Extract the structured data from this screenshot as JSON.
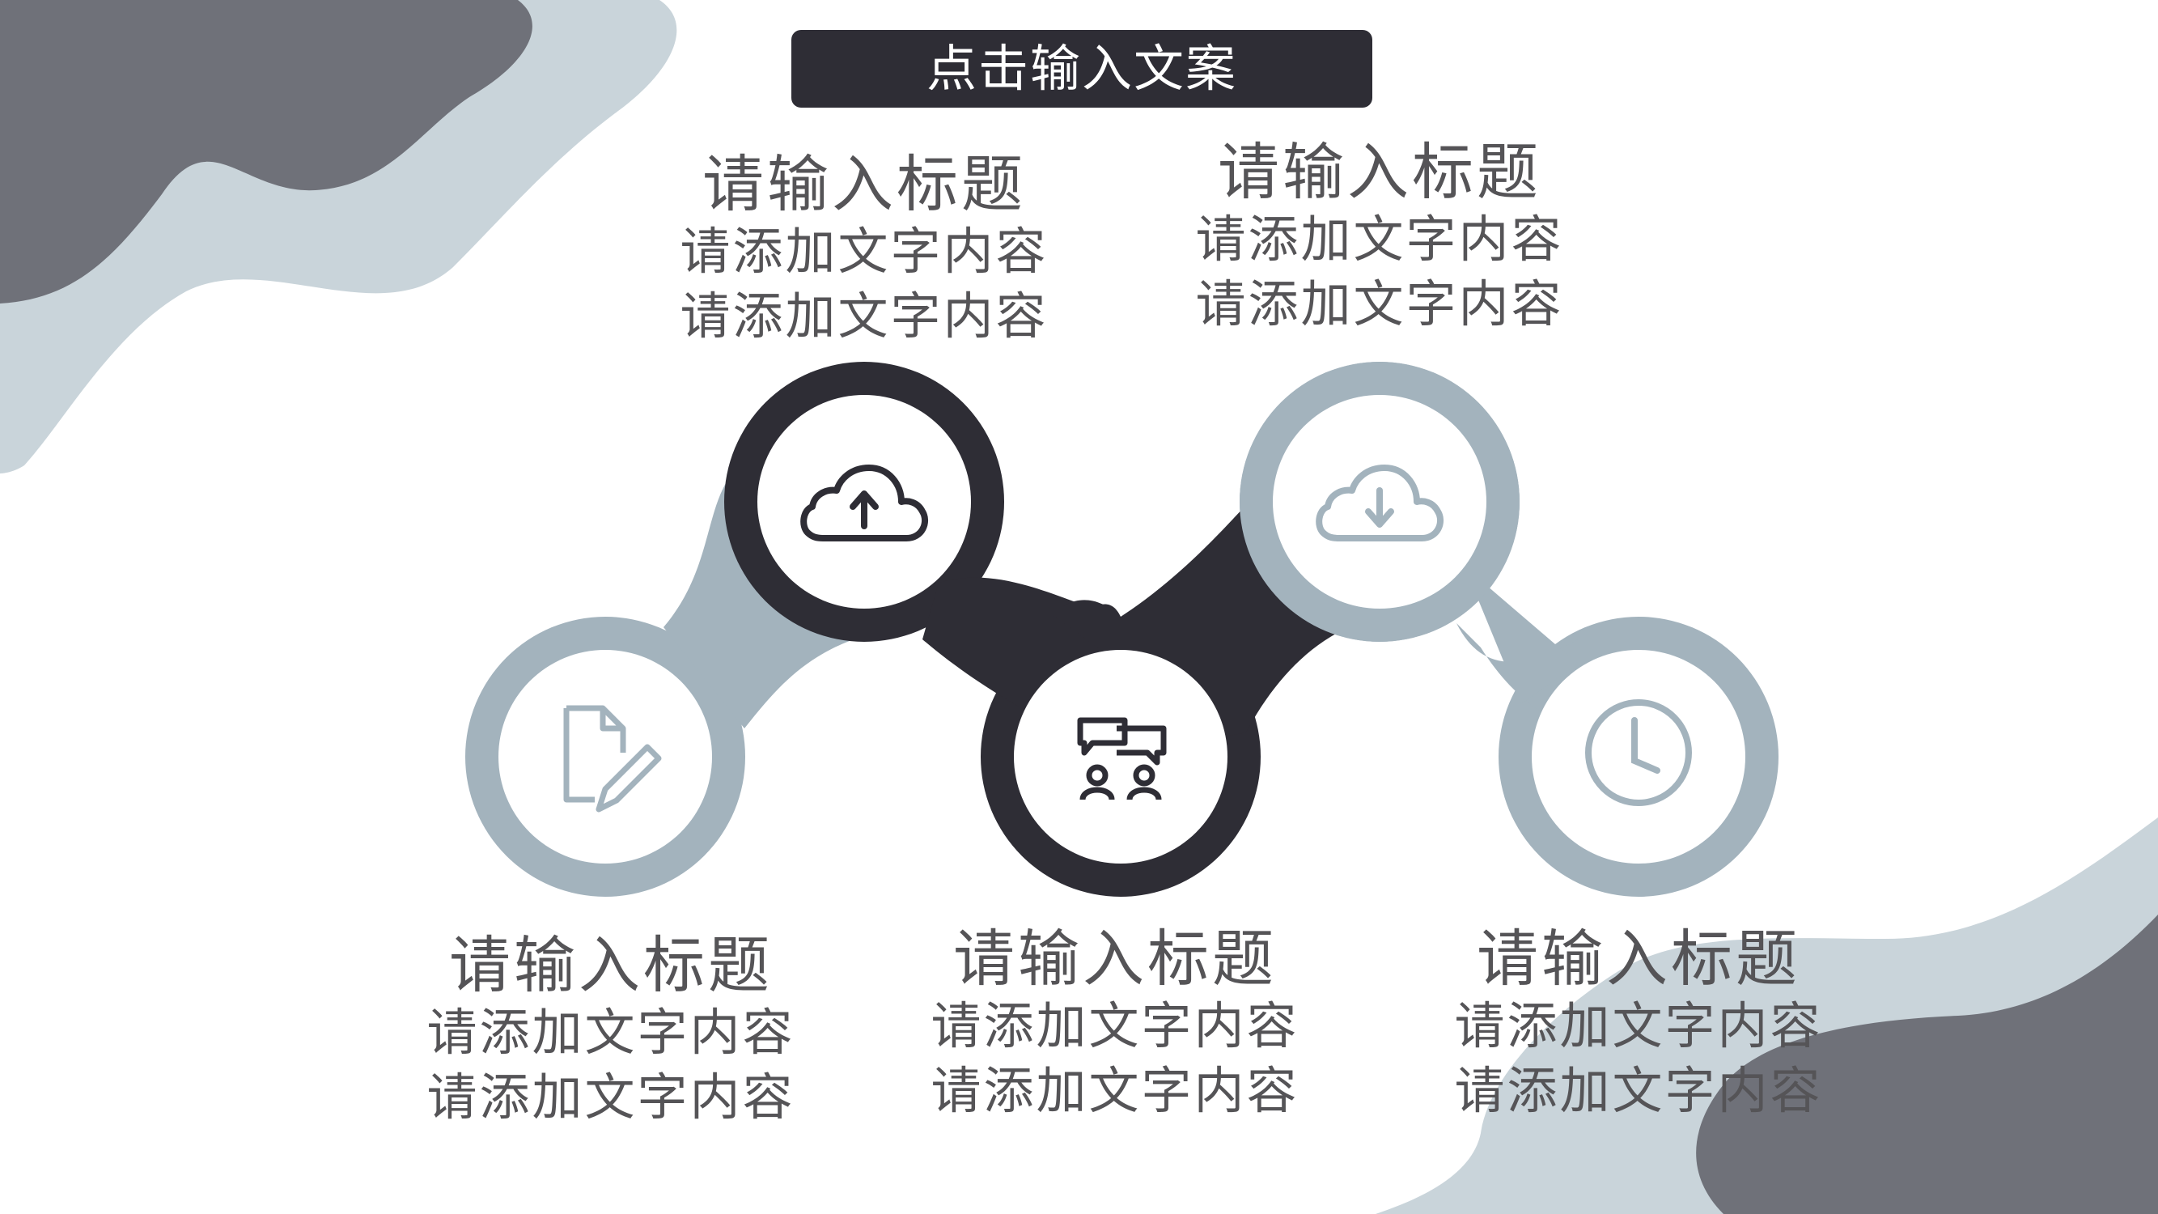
{
  "header": {
    "title": "点击输入文案"
  },
  "items": [
    {
      "icon": "cloud-upload-icon",
      "title": "请输入标题",
      "line1": "请添加文字内容",
      "line2": "请添加文字内容"
    },
    {
      "icon": "cloud-download-icon",
      "title": "请输入标题",
      "line1": "请添加文字内容",
      "line2": "请添加文字内容"
    },
    {
      "icon": "document-edit-icon",
      "title": "请输入标题",
      "line1": "请添加文字内容",
      "line2": "请添加文字内容"
    },
    {
      "icon": "team-discussion-icon",
      "title": "请输入标题",
      "line1": "请添加文字内容",
      "line2": "请添加文字内容"
    },
    {
      "icon": "clock-icon",
      "title": "请输入标题",
      "line1": "请添加文字内容",
      "line2": "请添加文字内容"
    }
  ],
  "colors": {
    "dark": "#2e2d35",
    "slate": "#a3b3bd",
    "gray": "#6f7179",
    "pale": "#c9d4da",
    "text": "#555457"
  }
}
